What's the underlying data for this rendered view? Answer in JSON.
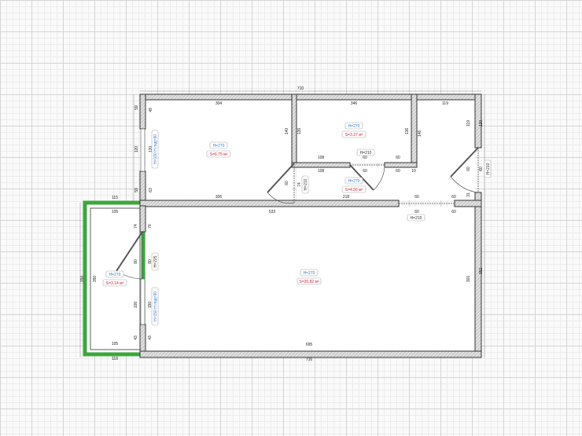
{
  "dims": [
    "710",
    "304",
    "346",
    "119",
    "59",
    "49",
    "120",
    "120",
    "59",
    "63",
    "140",
    "136",
    "136",
    "146",
    "119",
    "120",
    "108",
    "60",
    "60",
    "108",
    "60",
    "60",
    "10",
    "60",
    "60",
    "31",
    "74",
    "60",
    "306",
    "115",
    "218",
    "60",
    "60",
    "533",
    "60",
    "60",
    "105",
    "74",
    "76",
    "80",
    "80",
    "100",
    "150",
    "43",
    "43",
    "350",
    "350",
    "105",
    "118",
    "695",
    "716",
    "301",
    "352"
  ],
  "rooms": [
    {
      "name": "room-1",
      "height": "H=270",
      "area": "S=6.75 м²"
    },
    {
      "name": "room-2",
      "height": "H=270",
      "area": "S=3.37 м²"
    },
    {
      "name": "hall",
      "height": "H=270",
      "area": "S=4.56 м²"
    },
    {
      "name": "living-room",
      "height": "H=270",
      "area": "S=20.82 м²"
    },
    {
      "name": "balcony",
      "height": "H=270",
      "area": "S=3.14 м²"
    }
  ],
  "openings": [
    "H=210",
    "H=210",
    "H=210",
    "H=210",
    "H=225",
    "H=100 H под=90",
    "H=150 H под=90"
  ],
  "colors": {
    "area": "#d0203a",
    "height": "#3a7bd5",
    "balcony": "#3aa83a"
  }
}
